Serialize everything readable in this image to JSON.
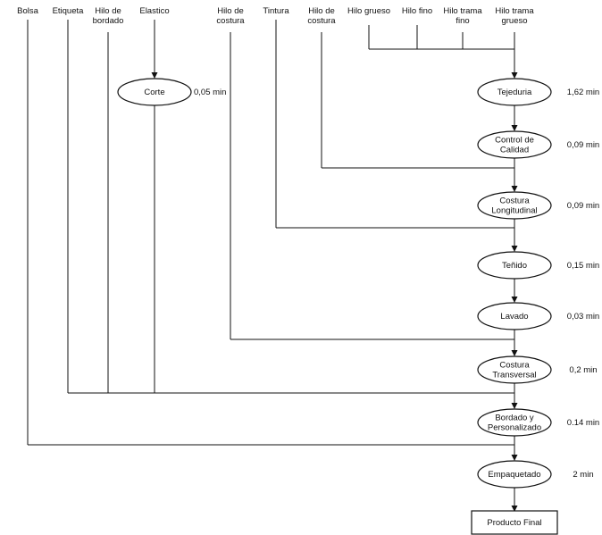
{
  "inputs": [
    {
      "id": "bolsa",
      "lines": [
        "Bolsa"
      ]
    },
    {
      "id": "etiqueta",
      "lines": [
        "Etiqueta"
      ]
    },
    {
      "id": "hilo-bordado",
      "lines": [
        "Hilo de",
        "bordado"
      ]
    },
    {
      "id": "elastico",
      "lines": [
        "Elastico"
      ]
    },
    {
      "id": "hilo-costura-1",
      "lines": [
        "Hilo de",
        "costura"
      ]
    },
    {
      "id": "tintura",
      "lines": [
        "Tintura"
      ]
    },
    {
      "id": "hilo-costura-2",
      "lines": [
        "Hilo de",
        "costura"
      ]
    },
    {
      "id": "hilo-grueso",
      "lines": [
        "Hilo grueso"
      ]
    },
    {
      "id": "hilo-fino",
      "lines": [
        "Hilo fino"
      ]
    },
    {
      "id": "hilo-trama-fino",
      "lines": [
        "Hilo trama",
        "fino"
      ]
    },
    {
      "id": "hilo-trama-grueso",
      "lines": [
        "Hilo trama",
        "grueso"
      ]
    }
  ],
  "processes": [
    {
      "id": "corte",
      "lines": [
        "Corte"
      ],
      "time": "0,05 min"
    },
    {
      "id": "tejeduria",
      "lines": [
        "Tejeduria"
      ],
      "time": "1,62 min"
    },
    {
      "id": "control-calidad",
      "lines": [
        "Control de",
        "Calidad"
      ],
      "time": "0,09 min"
    },
    {
      "id": "costura-longitudinal",
      "lines": [
        "Costura",
        "Longitudinal"
      ],
      "time": "0,09 min"
    },
    {
      "id": "tenido",
      "lines": [
        "Teñido"
      ],
      "time": "0,15 min"
    },
    {
      "id": "lavado",
      "lines": [
        "Lavado"
      ],
      "time": "0,03 min"
    },
    {
      "id": "costura-transversal",
      "lines": [
        "Costura",
        "Transversal"
      ],
      "time": "0,2 min"
    },
    {
      "id": "bordado-personalizado",
      "lines": [
        "Bordado y",
        "Personalizado"
      ],
      "time": "0.14 min"
    },
    {
      "id": "empaquetado",
      "lines": [
        "Empaquetado"
      ],
      "time": "2 min"
    }
  ],
  "final": {
    "id": "producto-final",
    "label": "Producto Final"
  }
}
